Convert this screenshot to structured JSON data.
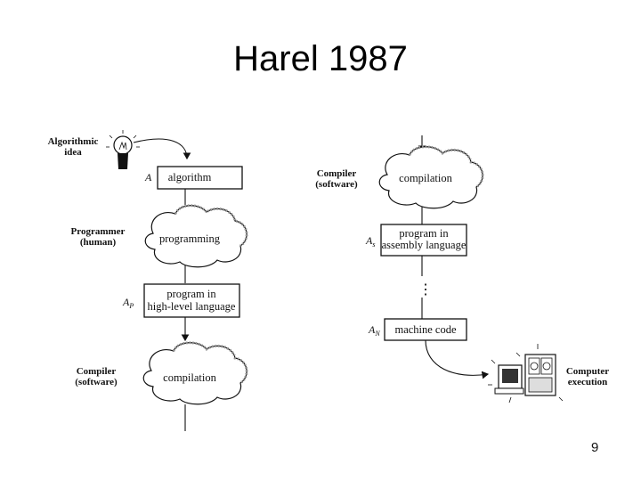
{
  "title": "Harel 1987",
  "page_number": "9",
  "left_column": {
    "idea_label": [
      "Algorithmic",
      "idea"
    ],
    "programmer_label": [
      "Programmer",
      "(human)"
    ],
    "compiler_label": [
      "Compiler",
      "(software)"
    ],
    "sym_a": "A",
    "sym_ap": "A",
    "sym_ap_sub": "P",
    "algorithm_box": "algorithm",
    "programming_cloud": "programming",
    "program_box": [
      "program in",
      "high-level language"
    ],
    "compilation_cloud": "compilation"
  },
  "right_column": {
    "compiler_label": [
      "Compiler",
      "(software)"
    ],
    "compilation_cloud": "compilation",
    "sym_as": "A",
    "sym_as_sub": "s",
    "assembly_box": [
      "program in",
      "assembly language"
    ],
    "ellipsis": "⋮",
    "sym_an": "A",
    "sym_an_sub": "N",
    "machine_box": "machine code",
    "execution_label": [
      "Computer",
      "execution"
    ]
  },
  "icons": [
    "light-bulb-icon",
    "computer-icon"
  ]
}
